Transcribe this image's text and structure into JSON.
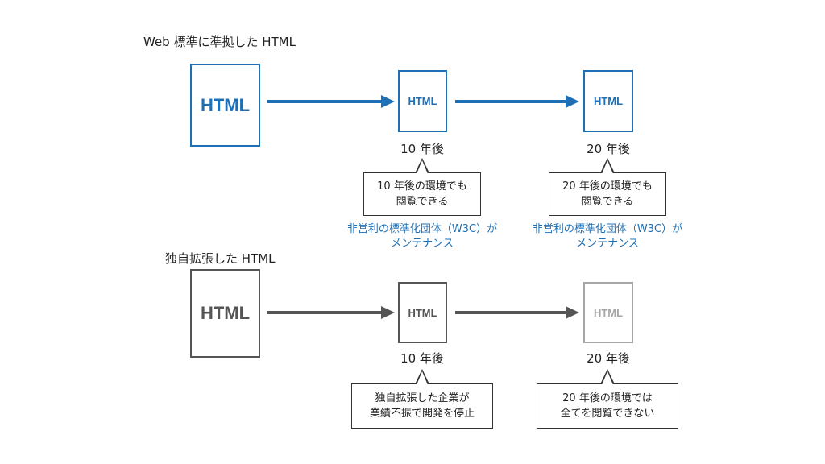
{
  "colors": {
    "standard": "#1f6fb5",
    "proprietary": "#555555",
    "faded": "#a6a6a6",
    "text": "#222222"
  },
  "standard": {
    "title": "Web 標準に準拠した HTML",
    "doc_main": "HTML",
    "doc_10": "HTML",
    "doc_20": "HTML",
    "label_10": "10 年後",
    "label_20": "20 年後",
    "bubble_10": [
      "10 年後の環境でも",
      "閲覧できる"
    ],
    "bubble_20": [
      "20 年後の環境でも",
      "閲覧できる"
    ],
    "note_10": [
      "非営利の標準化団体（W3C）が",
      "メンテナンス"
    ],
    "note_20": [
      "非営利の標準化団体（W3C）が",
      "メンテナンス"
    ]
  },
  "proprietary": {
    "title": "独自拡張した HTML",
    "doc_main": "HTML",
    "doc_10": "HTML",
    "doc_20": "HTML",
    "label_10": "10 年後",
    "label_20": "20 年後",
    "bubble_10": [
      "独自拡張した企業が",
      "業績不振で開発を停止"
    ],
    "bubble_20": [
      "20 年後の環境では",
      "全てを閲覧できない"
    ]
  }
}
